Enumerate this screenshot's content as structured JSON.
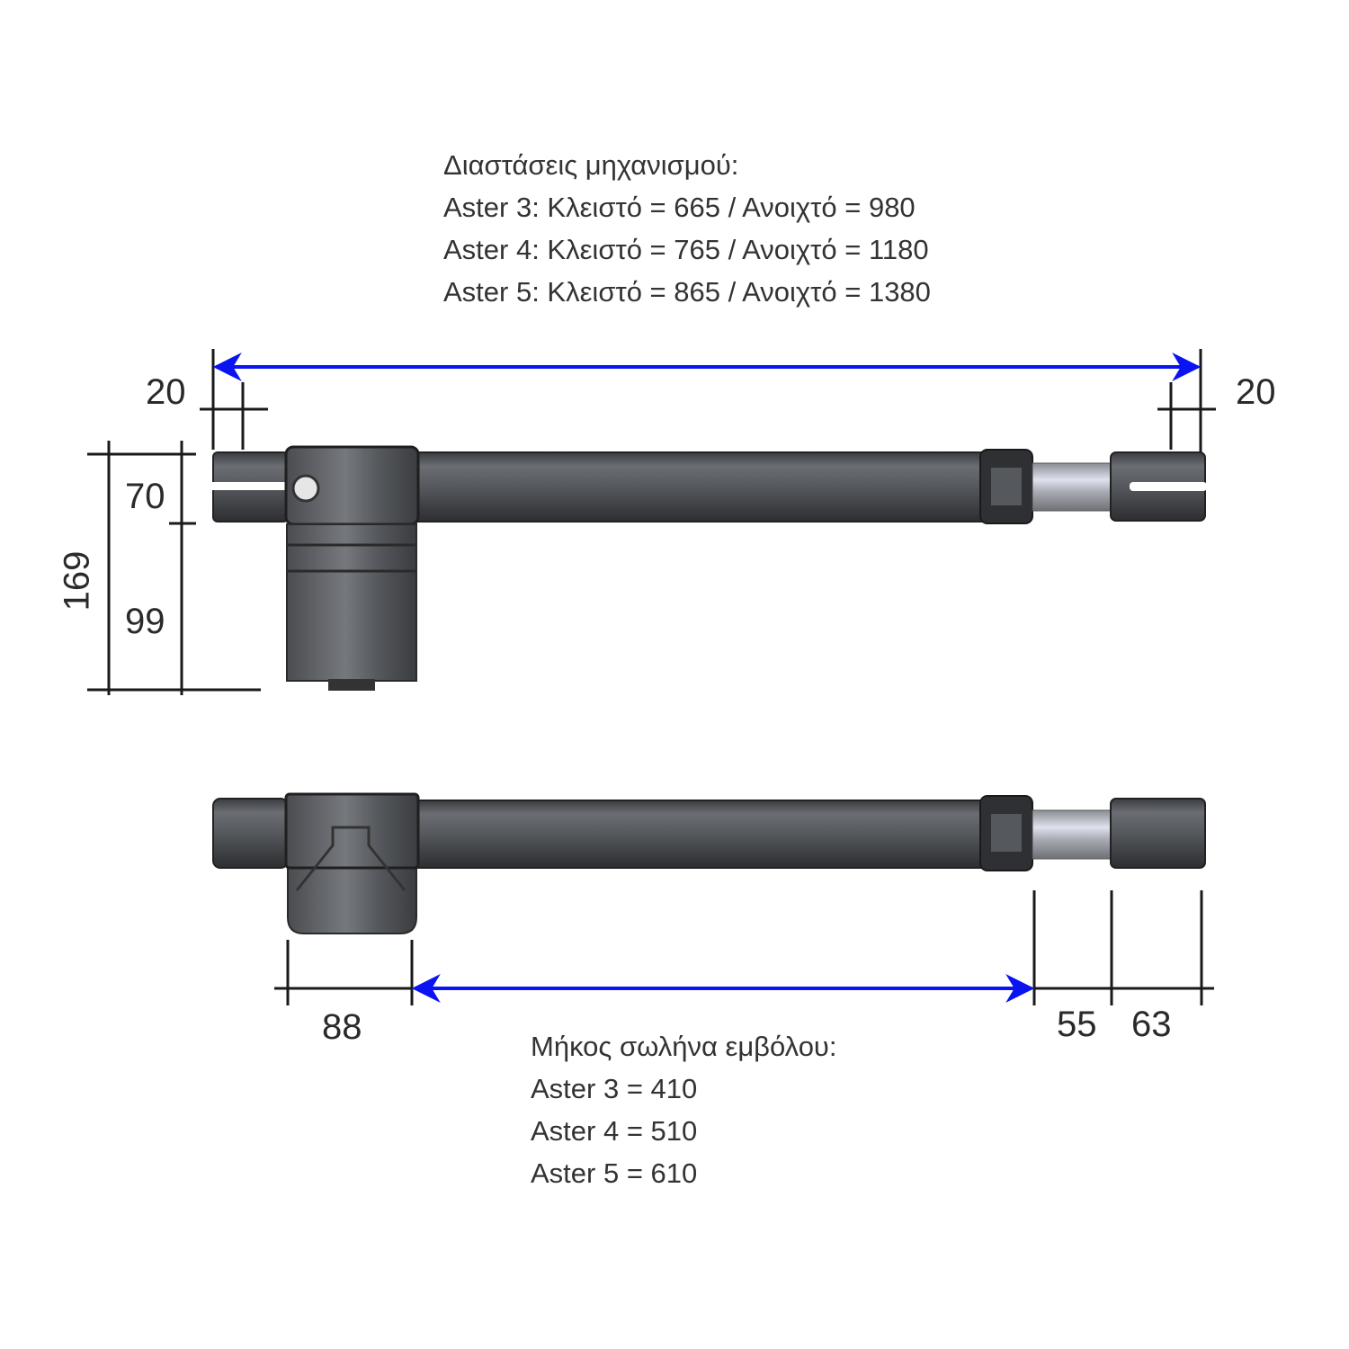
{
  "top_note": {
    "title": "Διαστάσεις μηχανισμού:",
    "lines": [
      "Aster 3: Κλειστό = 665 / Ανοιχτό = 980",
      "Aster 4: Κλειστό = 765 / Ανοιχτό = 1180",
      "Aster 5: Κλειστό = 865 / Ανοιχτό = 1380"
    ]
  },
  "bottom_note": {
    "title": "Μήκος σωλήνα εμβόλου:",
    "lines": [
      "Aster 3 = 410",
      "Aster 4 = 510",
      "Aster 5 = 610"
    ]
  },
  "dimensions": {
    "left_clevis": "20",
    "right_clevis": "20",
    "upper_height": "70",
    "lower_height": "99",
    "total_height": "169",
    "motor_width": "88",
    "nut_width": "55",
    "end_width": "63"
  },
  "colors": {
    "arrow": "#0a14f0",
    "body": "#4a4d52",
    "line": "#1a1a1a"
  }
}
